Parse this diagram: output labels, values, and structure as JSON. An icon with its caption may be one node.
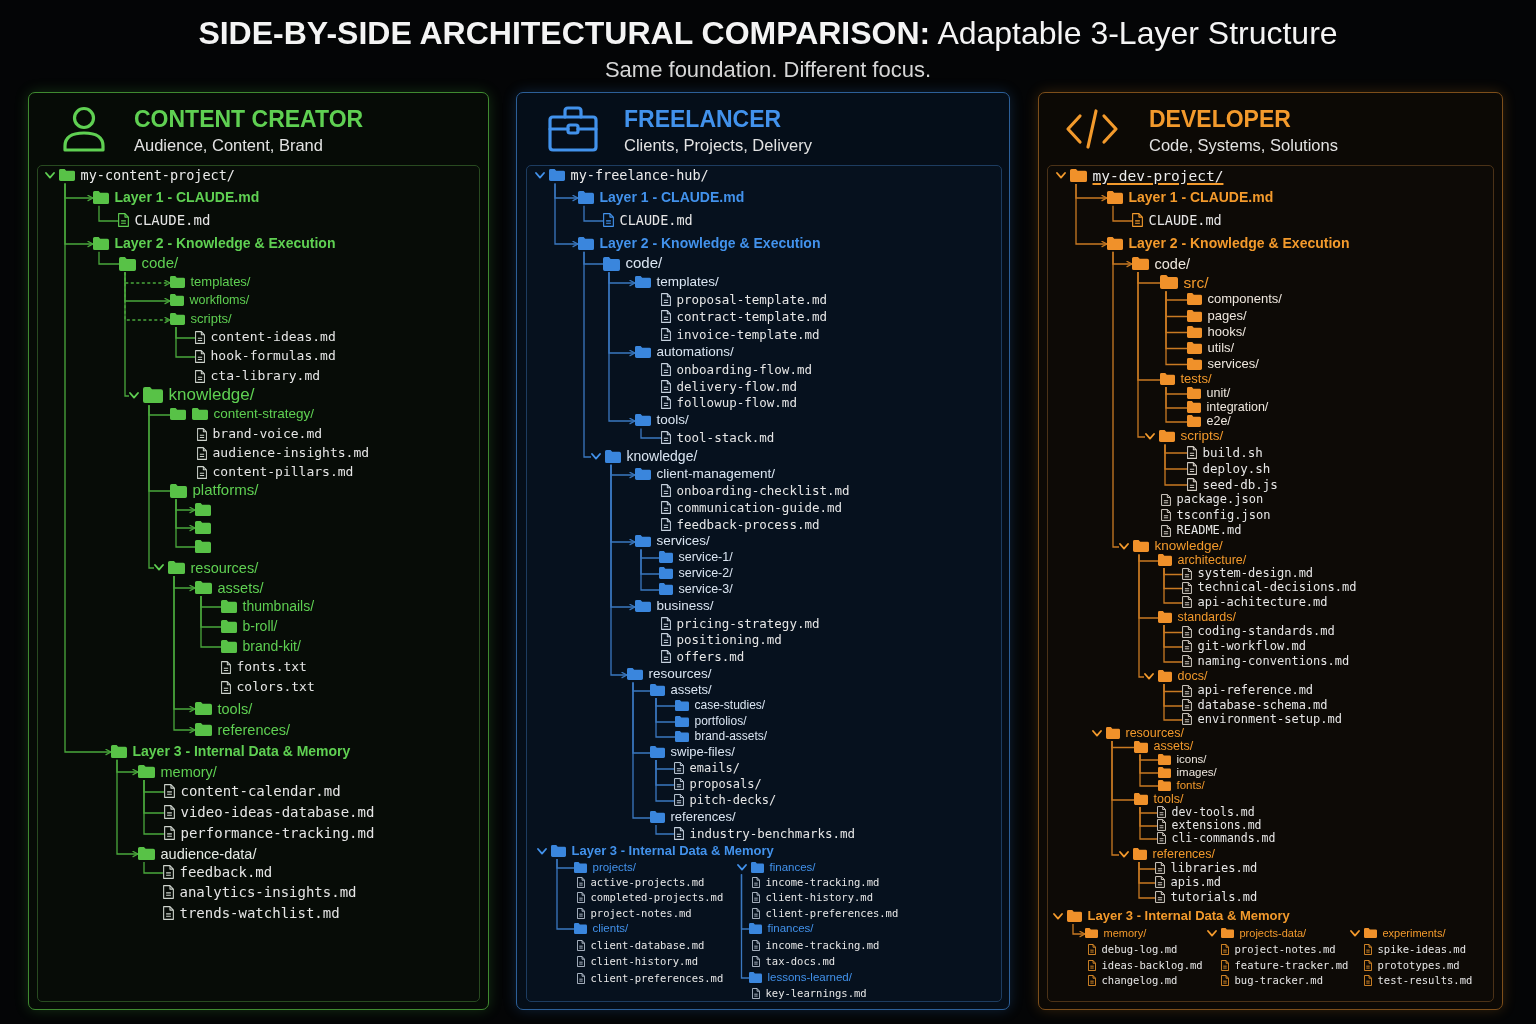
{
  "diagram": {
    "title": "**SIDE-BY-SIDE ARCHITECTURAL COMPARISON:** Adaptable 3-Layer Structure",
    "nodes": [
      {
        "text": [
          "CONTENT CREATOR",
          "Audience, Content, Brand"
        ]
      },
      {
        "text": [],
        "shape": "box",
        "in": 0
      },
      {
        "text": [
          "my-content-project/"
        ],
        "in": 1
      },
      {
        "text": [
          "Layer 1 - CLAUDE.md"
        ],
        "in": 1
      },
      {
        "text": [
          "CLAUDE.md"
        ],
        "in": 1
      },
      {
        "text": [
          "Layer 2 - Knowledge & Execution"
        ],
        "in": 1
      },
      {
        "text": [
          "code/"
        ],
        "in": 1
      },
      {
        "text": [
          "templates/"
        ],
        "in": 1
      },
      {
        "text": [
          "workfloms/"
        ],
        "in": 1
      },
      {
        "text": [
          "scripts/"
        ],
        "in": 1
      },
      {
        "text": [
          "content-ideas.md"
        ],
        "in": 1
      },
      {
        "text": [
          "hook-formulas.md"
        ],
        "in": 1
      },
      {
        "text": [
          "cta-library.md"
        ],
        "in": 1
      },
      {
        "text": [
          "knowledge/"
        ],
        "in": 1
      },
      {
        "text": [
          "content-strategy/"
        ],
        "in": 1
      },
      {
        "text": [
          "brand-voice.md"
        ],
        "in": 1
      },
      {
        "text": [
          "audience-insights.md"
        ],
        "in": 1
      },
      {
        "text": [
          "content-pillars.md"
        ],
        "in": 1
      },
      {
        "text": [
          "platforms/"
        ],
        "in": 1
      },
      {
        "text": [],
        "shape": "folder",
        "in": 1
      },
      {
        "text": [],
        "shape": "folder",
        "in": 1
      },
      {
        "text": [],
        "shape": "folder",
        "in": 1
      },
      {
        "text": [
          "resources/"
        ],
        "in": 1
      },
      {
        "text": [
          "assets/"
        ],
        "in": 1
      },
      {
        "text": [
          "thumbnails/"
        ],
        "in": 1
      },
      {
        "text": [
          "b-roll/"
        ],
        "in": 1
      },
      {
        "text": [
          "brand-kit/"
        ],
        "in": 1
      },
      {
        "text": [
          "fonts.txt"
        ],
        "in": 1
      },
      {
        "text": [
          "colors.txt"
        ],
        "in": 1
      },
      {
        "text": [
          "tools/"
        ],
        "in": 1
      },
      {
        "text": [
          "references/"
        ],
        "in": 1
      },
      {
        "text": [
          "Layer 3 - Internal Data & Memory"
        ],
        "in": 1
      },
      {
        "text": [
          "memory/"
        ],
        "in": 1
      },
      {
        "text": [
          "content-calendar.md"
        ],
        "in": 1
      },
      {
        "text": [
          "video-ideas-database.md"
        ],
        "in": 1
      },
      {
        "text": [
          "performance-tracking.md"
        ],
        "in": 1
      },
      {
        "text": [
          "audience-data/"
        ],
        "in": 1
      },
      {
        "text": [
          "feedback.md"
        ],
        "in": 1
      },
      {
        "text": [
          "analytics-insights.md"
        ],
        "in": 1
      },
      {
        "text": [
          "trends-watchlist.md"
        ],
        "in": 1
      },
      {
        "text": [
          "FREELANCER",
          "Clients, Projects, Delivery"
        ]
      },
      {
        "text": [],
        "shape": "box",
        "in": 40
      },
      {
        "text": [
          "my-freelance-hub/"
        ],
        "in": 41
      },
      {
        "text": [
          "Layer 1 - CLAUDE.md"
        ],
        "in": 41
      },
      {
        "text": [
          "CLAUDE.md"
        ],
        "in": 41
      },
      {
        "text": [
          "Layer 2 - Knowledge & Execution"
        ],
        "in": 41
      },
      {
        "text": [
          "code/"
        ],
        "in": 41
      },
      {
        "text": [
          "templates/"
        ],
        "in": 41
      },
      {
        "text": [
          "proposal-template.md"
        ],
        "in": 41
      },
      {
        "text": [
          "contract-template.md"
        ],
        "in": 41
      },
      {
        "text": [
          "invoice-template.md"
        ],
        "in": 41
      },
      {
        "text": [
          "automations/"
        ],
        "in": 41
      },
      {
        "text": [
          "onboarding-flow.md"
        ],
        "in": 41
      },
      {
        "text": [
          "delivery-flow.md"
        ],
        "in": 41
      },
      {
        "text": [
          "followup-flow.md"
        ],
        "in": 41
      },
      {
        "text": [
          "tools/"
        ],
        "in": 41
      },
      {
        "text": [
          "tool-stack.md"
        ],
        "in": 41
      },
      {
        "text": [
          "knowledge/"
        ],
        "in": 41
      },
      {
        "text": [
          "client-management/"
        ],
        "in": 41
      },
      {
        "text": [
          "onboarding-checklist.md"
        ],
        "in": 41
      },
      {
        "text": [
          "communication-guide.md"
        ],
        "in": 41
      },
      {
        "text": [
          "feedback-process.md"
        ],
        "in": 41
      },
      {
        "text": [
          "services/"
        ],
        "in": 41
      },
      {
        "text": [
          "service-1/"
        ],
        "in": 41
      },
      {
        "text": [
          "service-2/"
        ],
        "in": 41
      },
      {
        "text": [
          "service-3/"
        ],
        "in": 41
      },
      {
        "text": [
          "business/"
        ],
        "in": 41
      },
      {
        "text": [
          "pricing-strategy.md"
        ],
        "in": 41
      },
      {
        "text": [
          "positioning.md"
        ],
        "in": 41
      },
      {
        "text": [
          "offers.md"
        ],
        "in": 41
      },
      {
        "text": [
          "resources/"
        ],
        "in": 41
      },
      {
        "text": [
          "assets/"
        ],
        "in": 41
      },
      {
        "text": [
          "case-studies/"
        ],
        "in": 41
      },
      {
        "text": [
          "portfolios/"
        ],
        "in": 41
      },
      {
        "text": [
          "brand-assets/"
        ],
        "in": 41
      },
      {
        "text": [
          "swipe-files/"
        ],
        "in": 41
      },
      {
        "text": [
          "emails/"
        ],
        "in": 41
      },
      {
        "text": [
          "proposals/"
        ],
        "in": 41
      },
      {
        "text": [
          "pitch-decks/"
        ],
        "in": 41
      },
      {
        "text": [
          "references/"
        ],
        "in": 41
      },
      {
        "text": [
          "industry-benchmarks.md"
        ],
        "in": 41
      },
      {
        "text": [
          "Layer 3 - Internal Data & Memory"
        ],
        "in": 41
      },
      {
        "text": [
          "projects/"
        ],
        "in": 41
      },
      {
        "text": [
          "active-projects.md"
        ],
        "in": 41
      },
      {
        "text": [
          "completed-projects.md"
        ],
        "in": 41
      },
      {
        "text": [
          "project-notes.md"
        ],
        "in": 41
      },
      {
        "text": [
          "clients/"
        ],
        "in": 41
      },
      {
        "text": [
          "client-database.md"
        ],
        "in": 41
      },
      {
        "text": [
          "client-history.md"
        ],
        "in": 41
      },
      {
        "text": [
          "client-preferences.md"
        ],
        "in": 41
      },
      {
        "text": [
          "finances/"
        ],
        "in": 41
      },
      {
        "text": [
          "income-tracking.md"
        ],
        "in": 41
      },
      {
        "text": [
          "client-history.md"
        ],
        "in": 41
      },
      {
        "text": [
          "client-preferences.md"
        ],
        "in": 41
      },
      {
        "text": [
          "finances/"
        ],
        "in": 41
      },
      {
        "text": [
          "income-tracking.md"
        ],
        "in": 41
      },
      {
        "text": [
          "tax-docs.md"
        ],
        "in": 41
      },
      {
        "text": [
          "lessons-learned/"
        ],
        "in": 41
      },
      {
        "text": [
          "key-learnings.md"
        ],
        "in": 41
      },
      {
        "text": [
          "DEVELOPER",
          "Code, Systems, Solutions"
        ]
      },
      {
        "text": [],
        "shape": "box",
        "in": 99
      },
      {
        "text": [
          "my-dev-project/"
        ],
        "in": 100
      },
      {
        "text": [
          "Layer 1 - CLAUDE.md"
        ],
        "in": 100
      },
      {
        "text": [
          "CLAUDE.md"
        ],
        "in": 100
      },
      {
        "text": [
          "Layer 2 - Knowledge & Execution"
        ],
        "in": 100
      },
      {
        "text": [
          "code/"
        ],
        "in": 100
      },
      {
        "text": [
          "src/"
        ],
        "in": 100
      },
      {
        "text": [
          "components/"
        ],
        "in": 100
      },
      {
        "text": [
          "pages/"
        ],
        "in": 100
      },
      {
        "text": [
          "hooks/"
        ],
        "in": 100
      },
      {
        "text": [
          "utils/"
        ],
        "in": 100
      },
      {
        "text": [
          "services/"
        ],
        "in": 100
      },
      {
        "text": [
          "tests/"
        ],
        "in": 100
      },
      {
        "text": [
          "unit/"
        ],
        "in": 100
      },
      {
        "text": [
          "integration/"
        ],
        "in": 100
      },
      {
        "text": [
          "e2e/"
        ],
        "in": 100
      },
      {
        "text": [
          "scripts/"
        ],
        "in": 100
      },
      {
        "text": [
          "build.sh"
        ],
        "in": 100
      },
      {
        "text": [
          "deploy.sh"
        ],
        "in": 100
      },
      {
        "text": [
          "seed-db.js"
        ],
        "in": 100
      },
      {
        "text": [
          "package.json"
        ],
        "in": 100
      },
      {
        "text": [
          "tsconfig.json"
        ],
        "in": 100
      },
      {
        "text": [
          "README.md"
        ],
        "in": 100
      },
      {
        "text": [
          "knowledge/"
        ],
        "in": 100
      },
      {
        "text": [
          "architecture/"
        ],
        "in": 100
      },
      {
        "text": [
          "system-design.md"
        ],
        "in": 100
      },
      {
        "text": [
          "technical-decisions.md"
        ],
        "in": 100
      },
      {
        "text": [
          "api-achitecture.md"
        ],
        "in": 100
      },
      {
        "text": [
          "standards/"
        ],
        "in": 100
      },
      {
        "text": [
          "coding-standards.md"
        ],
        "in": 100
      },
      {
        "text": [
          "git-workflow.md"
        ],
        "in": 100
      },
      {
        "text": [
          "naming-conventions.md"
        ],
        "in": 100
      },
      {
        "text": [
          "docs/"
        ],
        "in": 100
      },
      {
        "text": [
          "api-reference.md"
        ],
        "in": 100
      },
      {
        "text": [
          "database-schema.md"
        ],
        "in": 100
      },
      {
        "text": [
          "environment-setup.md"
        ],
        "in": 100
      },
      {
        "text": [
          "resources/"
        ],
        "in": 100
      },
      {
        "text": [
          "assets/"
        ],
        "in": 100
      },
      {
        "text": [
          "icons/"
        ],
        "in": 100
      },
      {
        "text": [
          "images/"
        ],
        "in": 100
      },
      {
        "text": [
          "fonts/"
        ],
        "in": 100
      },
      {
        "text": [
          "tools/"
        ],
        "in": 100
      },
      {
        "text": [
          "dev-tools.md"
        ],
        "in": 100
      },
      {
        "text": [
          "extensions.md"
        ],
        "in": 100
      },
      {
        "text": [
          "cli-commands.md"
        ],
        "in": 100
      },
      {
        "text": [
          "references/"
        ],
        "in": 100
      },
      {
        "text": [
          "libraries.md"
        ],
        "in": 100
      },
      {
        "text": [
          "apis.md"
        ],
        "in": 100
      },
      {
        "text": [
          "tutorials.md"
        ],
        "in": 100
      },
      {
        "text": [
          "Layer 3 - Internal Data & Memory"
        ],
        "in": 100
      },
      {
        "text": [
          "memory/"
        ],
        "in": 100
      },
      {
        "text": [
          "debug-log.md"
        ],
        "in": 100
      },
      {
        "text": [
          "ideas-backlog.md"
        ],
        "in": 100
      },
      {
        "text": [
          "changelog.md"
        ],
        "in": 100
      },
      {
        "text": [
          "projects-data/"
        ],
        "in": 100
      },
      {
        "text": [
          "project-notes.md"
        ],
        "in": 100
      },
      {
        "text": [
          "feature-tracker.md"
        ],
        "in": 100
      },
      {
        "text": [
          "bug-tracker.md"
        ],
        "in": 100
      },
      {
        "text": [
          "experiments/"
        ],
        "in": 100
      },
      {
        "text": [
          "spike-ideas.md"
        ],
        "in": 100
      },
      {
        "text": [
          "prototypes.md"
        ],
        "in": 100
      },
      {
        "text": [
          "test-results.md"
        ],
        "in": 100
      }
    ],
    "edges": [
      {
        "from": 2,
        "to": 3,
        "arrow": "to",
        "color": "#4aa83c"
      },
      {
        "from": 3,
        "to": 4,
        "arrow": "none",
        "color": "#4aa83c"
      },
      {
        "from": 2,
        "to": 5,
        "arrow": "to",
        "color": "#4aa83c"
      },
      {
        "from": 5,
        "to": 6,
        "arrow": "none",
        "color": "#4aa83c"
      },
      {
        "from": 6,
        "to": 7,
        "arrow": "to",
        "style": "dashed",
        "color": "#4aa83c"
      },
      {
        "from": 6,
        "to": 8,
        "arrow": "to",
        "color": "#4aa83c"
      },
      {
        "from": 6,
        "to": 9,
        "arrow": "to",
        "style": "dashed",
        "color": "#4aa83c"
      },
      {
        "from": 9,
        "to": 10,
        "arrow": "none",
        "color": "#4aa83c"
      },
      {
        "from": 9,
        "to": 11,
        "arrow": "none",
        "color": "#4aa83c"
      },
      {
        "from": 6,
        "to": 13,
        "arrow": "none",
        "color": "#4aa83c"
      },
      {
        "from": 13,
        "to": 14,
        "arrow": "none",
        "color": "#4aa83c"
      },
      {
        "from": 13,
        "to": 18,
        "arrow": "none",
        "color": "#4aa83c"
      },
      {
        "from": 18,
        "to": 19,
        "arrow": "to",
        "color": "#4aa83c"
      },
      {
        "from": 18,
        "to": 20,
        "arrow": "to",
        "color": "#4aa83c"
      },
      {
        "from": 18,
        "to": 21,
        "arrow": "none",
        "color": "#4aa83c"
      },
      {
        "from": 13,
        "to": 22,
        "arrow": "none",
        "color": "#4aa83c"
      },
      {
        "from": 22,
        "to": 23,
        "arrow": "to",
        "color": "#4aa83c"
      },
      {
        "from": 23,
        "to": 24,
        "arrow": "none",
        "color": "#4aa83c"
      },
      {
        "from": 23,
        "to": 25,
        "arrow": "none",
        "color": "#4aa83c"
      },
      {
        "from": 23,
        "to": 26,
        "arrow": "none",
        "color": "#4aa83c"
      },
      {
        "from": 22,
        "to": 29,
        "arrow": "to",
        "color": "#4aa83c"
      },
      {
        "from": 22,
        "to": 30,
        "arrow": "to",
        "color": "#4aa83c"
      },
      {
        "from": 2,
        "to": 31,
        "arrow": "to",
        "color": "#4aa83c"
      },
      {
        "from": 31,
        "to": 32,
        "arrow": "to",
        "color": "#4aa83c"
      },
      {
        "from": 32,
        "to": 33,
        "arrow": "none",
        "color": "#4aa83c"
      },
      {
        "from": 32,
        "to": 34,
        "arrow": "none",
        "color": "#4aa83c"
      },
      {
        "from": 32,
        "to": 35,
        "arrow": "none",
        "color": "#4aa83c"
      },
      {
        "from": 31,
        "to": 36,
        "arrow": "to",
        "color": "#4aa83c"
      },
      {
        "from": 36,
        "to": 37,
        "arrow": "none",
        "color": "#4aa83c"
      },
      {
        "from": 42,
        "to": 43,
        "arrow": "to",
        "color": "#3a78c0"
      },
      {
        "from": 43,
        "to": 44,
        "arrow": "none",
        "color": "#3a78c0"
      },
      {
        "from": 42,
        "to": 45,
        "arrow": "to",
        "color": "#3a78c0"
      },
      {
        "from": 45,
        "to": 46,
        "arrow": "none",
        "color": "#3a78c0"
      },
      {
        "from": 46,
        "to": 47,
        "arrow": "to",
        "color": "#3a78c0"
      },
      {
        "from": 46,
        "to": 51,
        "arrow": "to",
        "color": "#3a78c0"
      },
      {
        "from": 46,
        "to": 55,
        "arrow": "to",
        "color": "#3a78c0"
      },
      {
        "from": 55,
        "to": 56,
        "arrow": "none",
        "color": "#3a78c0"
      },
      {
        "from": 45,
        "to": 57,
        "arrow": "none",
        "color": "#3a78c0"
      },
      {
        "from": 57,
        "to": 58,
        "arrow": "to",
        "color": "#3a78c0"
      },
      {
        "from": 57,
        "to": 62,
        "arrow": "to",
        "color": "#3a78c0"
      },
      {
        "from": 62,
        "to": 63,
        "arrow": "none",
        "color": "#3a78c0"
      },
      {
        "from": 62,
        "to": 64,
        "arrow": "none",
        "color": "#3a78c0"
      },
      {
        "from": 62,
        "to": 65,
        "arrow": "none",
        "color": "#3a78c0"
      },
      {
        "from": 57,
        "to": 66,
        "arrow": "to",
        "color": "#3a78c0"
      },
      {
        "from": 57,
        "to": 70,
        "arrow": "to",
        "color": "#3a78c0"
      },
      {
        "from": 70,
        "to": 71,
        "arrow": "none",
        "color": "#3a78c0"
      },
      {
        "from": 71,
        "to": 72,
        "arrow": "none",
        "color": "#3a78c0"
      },
      {
        "from": 71,
        "to": 73,
        "arrow": "none",
        "color": "#3a78c0"
      },
      {
        "from": 71,
        "to": 74,
        "arrow": "none",
        "color": "#3a78c0"
      },
      {
        "from": 70,
        "to": 75,
        "arrow": "none",
        "color": "#3a78c0"
      },
      {
        "from": 75,
        "to": 76,
        "arrow": "none",
        "color": "#3a78c0"
      },
      {
        "from": 75,
        "to": 77,
        "arrow": "none",
        "color": "#3a78c0"
      },
      {
        "from": 75,
        "to": 78,
        "arrow": "none",
        "color": "#3a78c0"
      },
      {
        "from": 70,
        "to": 79,
        "arrow": "none",
        "color": "#3a78c0"
      },
      {
        "from": 79,
        "to": 80,
        "arrow": "none",
        "color": "#3a78c0"
      },
      {
        "from": 81,
        "to": 82,
        "arrow": "none",
        "color": "#3a78c0"
      },
      {
        "from": 81,
        "to": 86,
        "arrow": "none",
        "color": "#3a78c0"
      },
      {
        "from": 90,
        "to": 94,
        "arrow": "none",
        "color": "#3a78c0"
      },
      {
        "from": 90,
        "to": 97,
        "arrow": "none",
        "color": "#3a78c0"
      },
      {
        "from": 101,
        "to": 102,
        "arrow": "to"
      },
      {
        "from": 102,
        "to": 103,
        "arrow": "none"
      },
      {
        "from": 101,
        "to": 104,
        "arrow": "to"
      },
      {
        "from": 104,
        "to": 105,
        "arrow": "to"
      },
      {
        "from": 105,
        "to": 106,
        "arrow": "none"
      },
      {
        "from": 106,
        "to": 107,
        "arrow": "none"
      },
      {
        "from": 106,
        "to": 108,
        "arrow": "none"
      },
      {
        "from": 106,
        "to": 109,
        "arrow": "none"
      },
      {
        "from": 106,
        "to": 110,
        "arrow": "none"
      },
      {
        "from": 106,
        "to": 111,
        "arrow": "none"
      },
      {
        "from": 105,
        "to": 112,
        "arrow": "none"
      },
      {
        "from": 112,
        "to": 113,
        "arrow": "none"
      },
      {
        "from": 112,
        "to": 114,
        "arrow": "none"
      },
      {
        "from": 112,
        "to": 115,
        "arrow": "none"
      },
      {
        "from": 105,
        "to": 116,
        "arrow": "none"
      },
      {
        "from": 116,
        "to": 117,
        "arrow": "none"
      },
      {
        "from": 116,
        "to": 118,
        "arrow": "none"
      },
      {
        "from": 116,
        "to": 119,
        "arrow": "none"
      },
      {
        "from": 104,
        "to": 123,
        "arrow": "none"
      },
      {
        "from": 123,
        "to": 124,
        "arrow": "none"
      },
      {
        "from": 124,
        "to": 125,
        "arrow": "none"
      },
      {
        "from": 124,
        "to": 126,
        "arrow": "none"
      },
      {
        "from": 124,
        "to": 127,
        "arrow": "none"
      },
      {
        "from": 123,
        "to": 128,
        "arrow": "none"
      },
      {
        "from": 128,
        "to": 129,
        "arrow": "none"
      },
      {
        "from": 128,
        "to": 130,
        "arrow": "none"
      },
      {
        "from": 128,
        "to": 131,
        "arrow": "none"
      },
      {
        "from": 123,
        "to": 132,
        "arrow": "none"
      },
      {
        "from": 132,
        "to": 133,
        "arrow": "none"
      },
      {
        "from": 132,
        "to": 134,
        "arrow": "none"
      },
      {
        "from": 132,
        "to": 135,
        "arrow": "none"
      },
      {
        "from": 136,
        "to": 137,
        "arrow": "none"
      },
      {
        "from": 137,
        "to": 138,
        "arrow": "none"
      },
      {
        "from": 137,
        "to": 139,
        "arrow": "none"
      },
      {
        "from": 137,
        "to": 140,
        "arrow": "none"
      },
      {
        "from": 136,
        "to": 141,
        "arrow": "none"
      },
      {
        "from": 141,
        "to": 142,
        "arrow": "none"
      },
      {
        "from": 141,
        "to": 143,
        "arrow": "none"
      },
      {
        "from": 141,
        "to": 144,
        "arrow": "none"
      },
      {
        "from": 136,
        "to": 145,
        "arrow": "none"
      },
      {
        "from": 145,
        "to": 146,
        "arrow": "none"
      },
      {
        "from": 145,
        "to": 147,
        "arrow": "none"
      },
      {
        "from": 145,
        "to": 148,
        "arrow": "none"
      },
      {
        "from": 149,
        "to": 150,
        "arrow": "to"
      }
    ],
    "labels": [
      "Same foundation. Different focus."
    ]
  }
}
